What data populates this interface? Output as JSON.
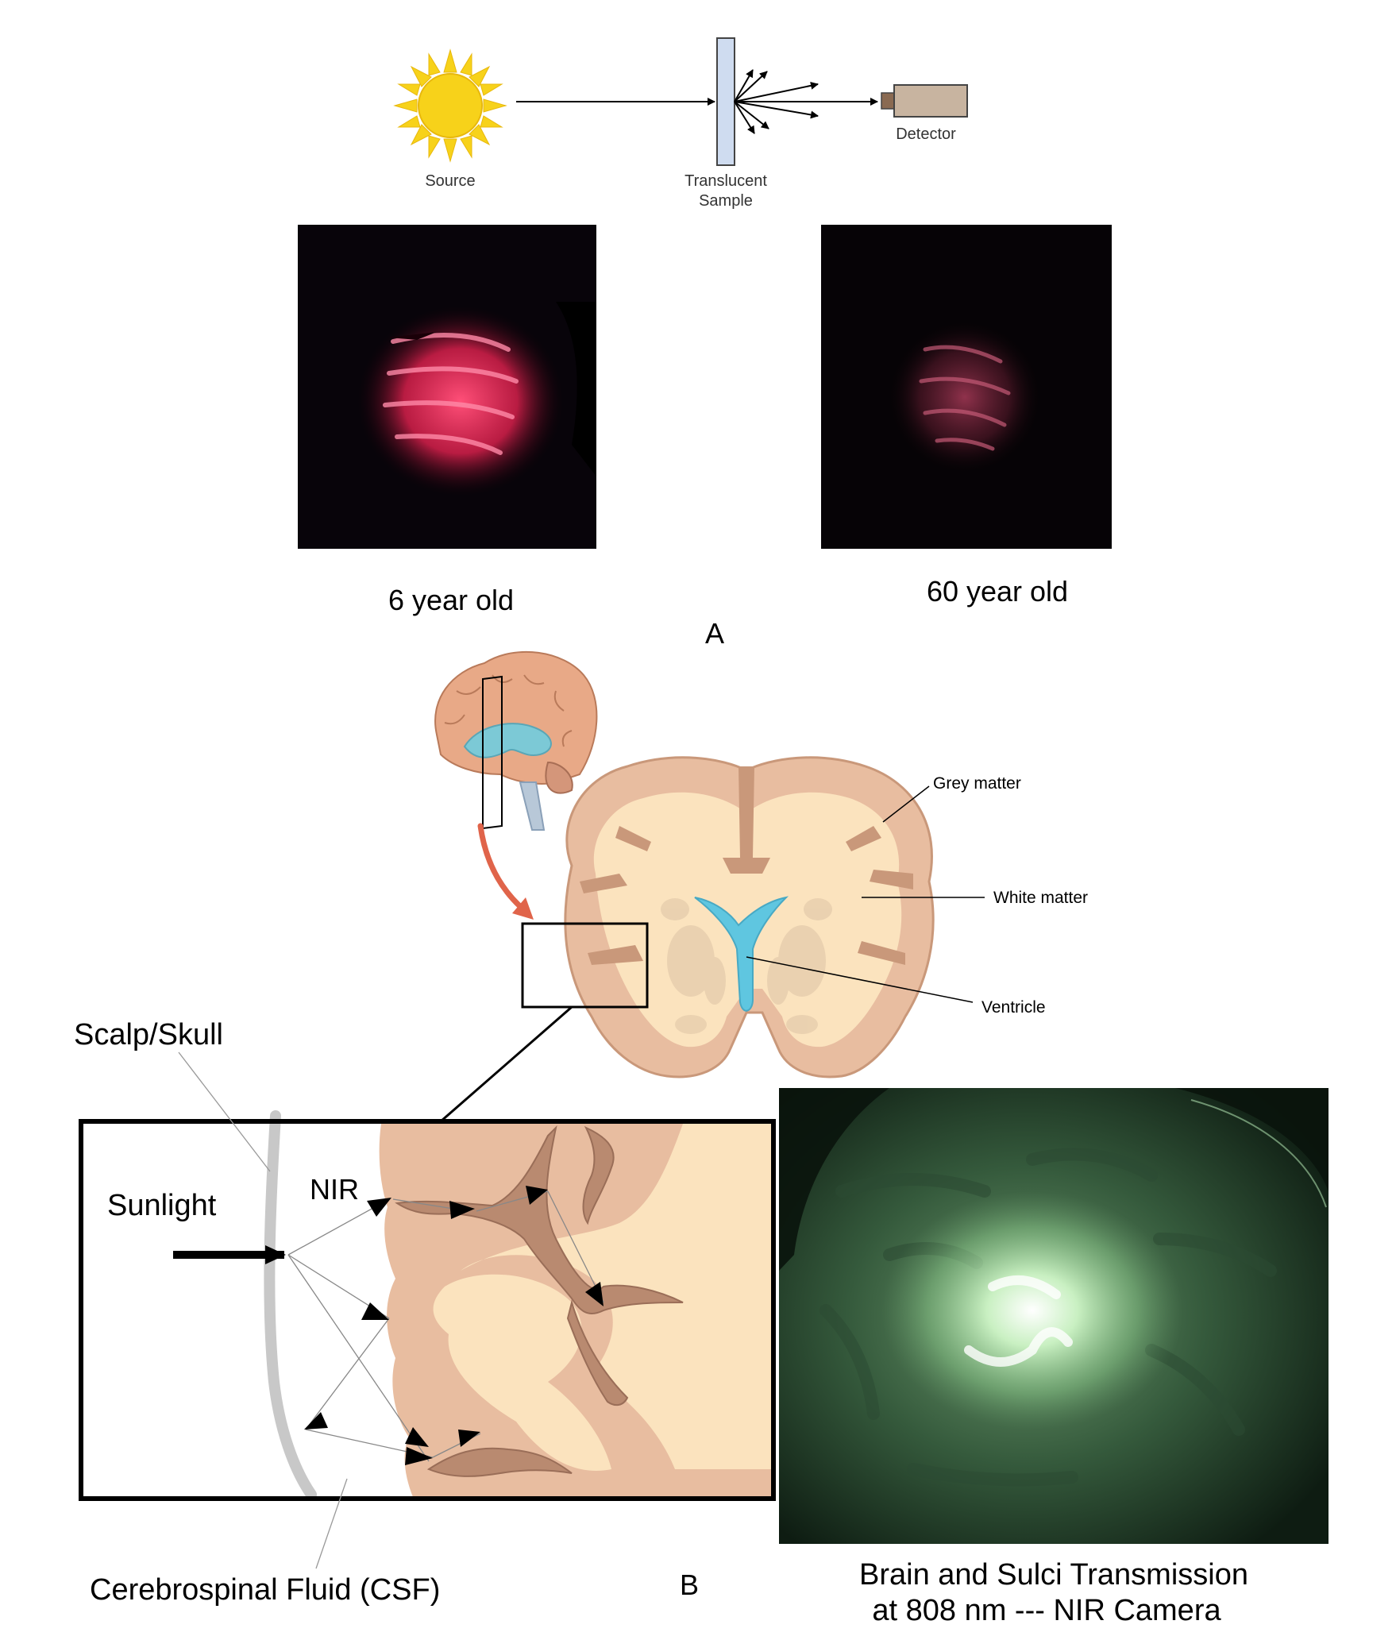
{
  "panel_a": {
    "diagram": {
      "source_label": "Source",
      "sample_label_line1": "Translucent",
      "sample_label_line2": "Sample",
      "detector_label": "Detector"
    },
    "photo_left_caption": "6 year old",
    "photo_right_caption": "60 year old",
    "panel_label": "A"
  },
  "panel_b": {
    "brain_labels": {
      "grey_matter": "Grey matter",
      "white_matter": "White matter",
      "ventricle": "Ventricle"
    },
    "inset_labels": {
      "scalp_skull": "Scalp/Skull",
      "sunlight": "Sunlight",
      "nir": "NIR",
      "csf": "Cerebrospinal Fluid (CSF)"
    },
    "panel_label": "B",
    "nir_photo_caption_line1": "Brain and Sulci Transmission",
    "nir_photo_caption_line2": "at 808 nm --- NIR Camera"
  },
  "colors": {
    "sun_yellow": "#f7d21a",
    "sample_blue": "#cfdcf0",
    "detector_tan": "#c8b4a0",
    "red_glow": "#e8325a",
    "grey_matter": "#e8bda0",
    "white_matter": "#fbe3be",
    "sulcus": "#b98a70",
    "ventricle": "#5fc6e0",
    "arrow_red": "#e0644a",
    "nir_green": "#7fd08a"
  }
}
